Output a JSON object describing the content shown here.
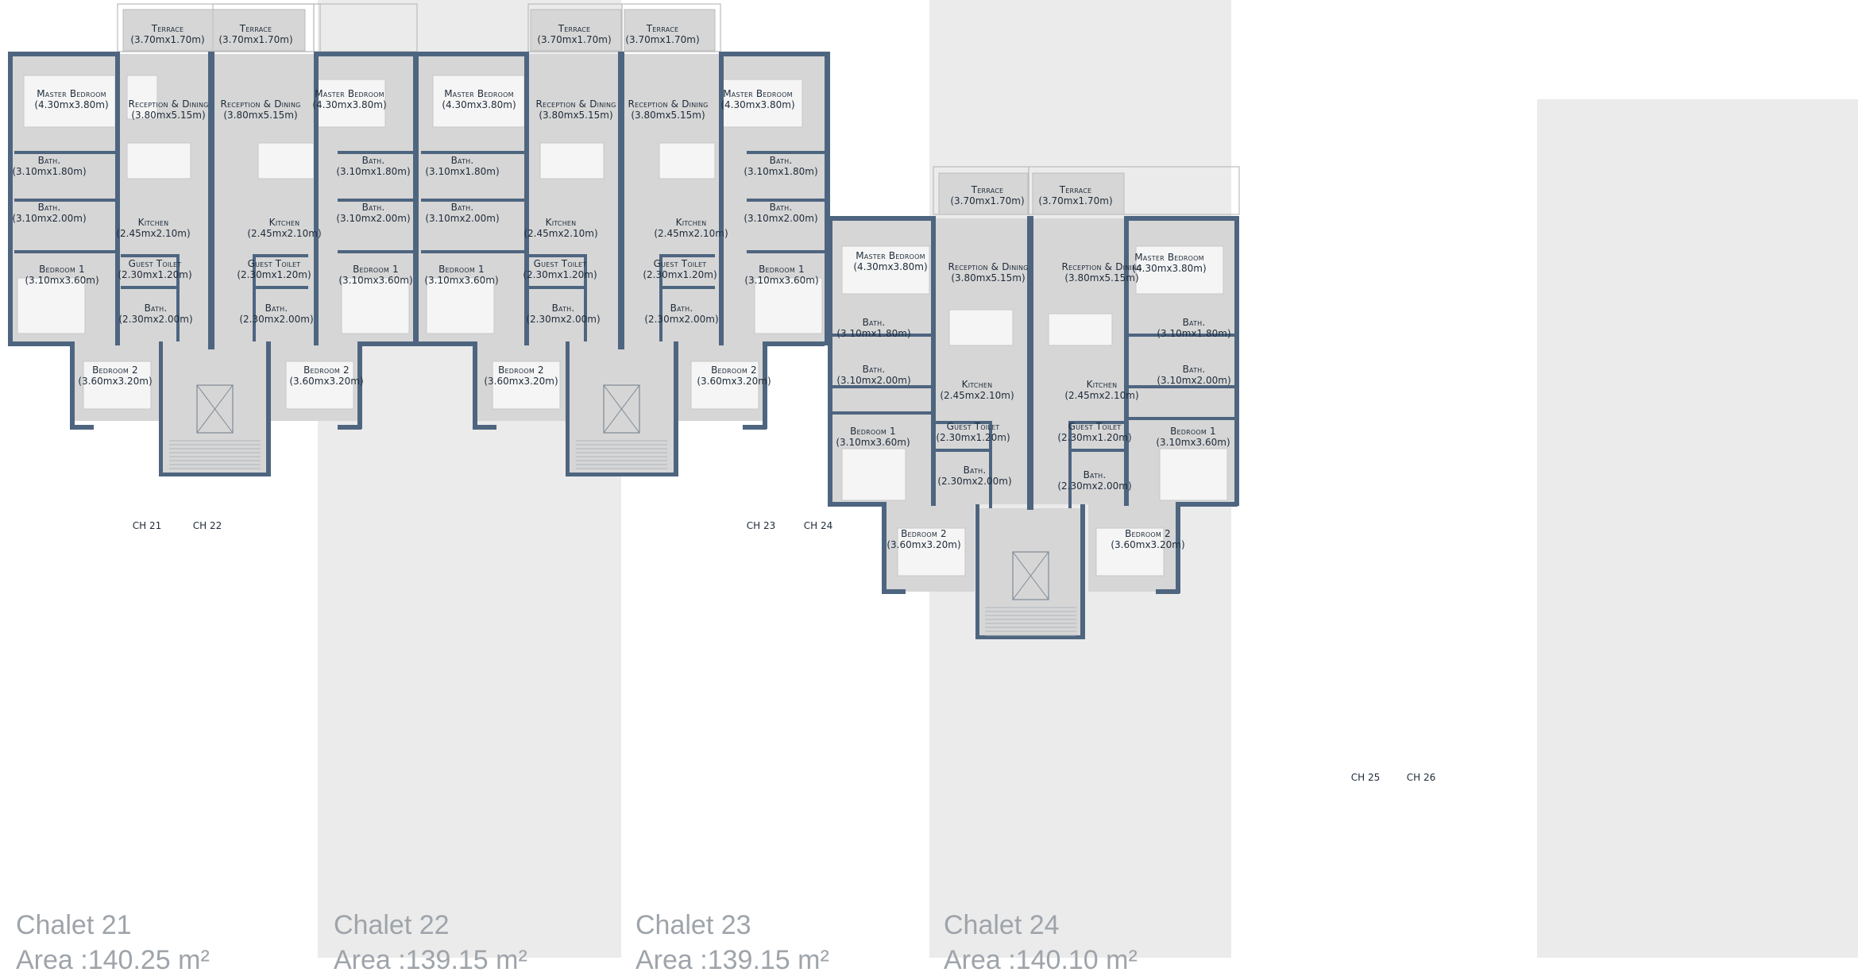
{
  "colors": {
    "wall": "#4e6580",
    "floor": "#d6d6d6",
    "shade": "#ebebeb",
    "text": "#1e2b3a",
    "caption": "#9ea4aa",
    "furniture": "#f5f5f5"
  },
  "ch_labels": [
    "CH 21",
    "CH 22",
    "CH 23",
    "CH 24",
    "CH 25",
    "CH 26"
  ],
  "chalets": [
    {
      "name": "Chalet 21",
      "area_text": "Area :140.25 m²",
      "rooms": [
        {
          "name": "Terrace",
          "dims": "(3.70mx1.70m)"
        },
        {
          "name": "Master Bedroom",
          "dims": "(4.30mx3.80m)"
        },
        {
          "name": "Bath.",
          "dims": "(3.10mx1.80m)"
        },
        {
          "name": "Bath.",
          "dims": "(3.10mx2.00m)"
        },
        {
          "name": "Bedroom 1",
          "dims": "(3.10mx3.60m)"
        },
        {
          "name": "Reception & Dining",
          "dims": "(3.80mx5.15m)"
        },
        {
          "name": "Kitchen",
          "dims": "(2.45mx2.10m)"
        },
        {
          "name": "Guest Toilet",
          "dims": "(2.30mx1.20m)"
        },
        {
          "name": "Bath.",
          "dims": "(2.30mx2.00m)"
        },
        {
          "name": "Bedroom 2",
          "dims": "(3.60mx3.20m)"
        }
      ]
    },
    {
      "name": "Chalet 22",
      "area_text": "Area :139.15 m²",
      "rooms": [
        {
          "name": "Terrace",
          "dims": "(3.70mx1.70m)"
        },
        {
          "name": "Reception & Dining",
          "dims": "(3.80mx5.15m)"
        },
        {
          "name": "Kitchen",
          "dims": "(2.45mx2.10m)"
        },
        {
          "name": "Guest Toilet",
          "dims": "(2.30mx1.20m)"
        },
        {
          "name": "Bath.",
          "dims": "(2.30mx2.00m)"
        },
        {
          "name": "Master Bedroom",
          "dims": "(4.30mx3.80m)"
        },
        {
          "name": "Bath.",
          "dims": "(3.10mx1.80m)"
        },
        {
          "name": "Bath.",
          "dims": "(3.10mx2.00m)"
        },
        {
          "name": "Bedroom 1",
          "dims": "(3.10mx3.60m)"
        },
        {
          "name": "Bedroom 2",
          "dims": "(3.60mx3.20m)"
        }
      ]
    },
    {
      "name": "Chalet 23",
      "area_text": "Area :139.15 m²",
      "rooms": [
        {
          "name": "Master Bedroom",
          "dims": "(4.30mx3.80m)"
        },
        {
          "name": "Bath.",
          "dims": "(3.10mx1.80m)"
        },
        {
          "name": "Bath.",
          "dims": "(3.10mx2.00m)"
        },
        {
          "name": "Bedroom 1",
          "dims": "(3.10mx3.60m)"
        },
        {
          "name": "Bedroom 2",
          "dims": "(3.60mx3.20m)"
        },
        {
          "name": "Terrace",
          "dims": "(3.70mx1.70m)"
        },
        {
          "name": "Reception & Dining",
          "dims": "(3.80mx5.15m)"
        },
        {
          "name": "Kitchen",
          "dims": "(2.45mx2.10m)"
        },
        {
          "name": "Guest Toilet",
          "dims": "(2.30mx1.20m)"
        },
        {
          "name": "Bath.",
          "dims": "(2.30mx2.00m)"
        }
      ]
    },
    {
      "name": "Chalet 24",
      "area_text": "Area :140.10 m²",
      "rooms": [
        {
          "name": "Terrace",
          "dims": "(3.70mx1.70m)"
        },
        {
          "name": "Reception & Dining",
          "dims": "(3.80mx5.15m)"
        },
        {
          "name": "Kitchen",
          "dims": "(2.45mx2.10m)"
        },
        {
          "name": "Guest Toilet",
          "dims": "(2.30mx1.20m)"
        },
        {
          "name": "Bath.",
          "dims": "(2.30mx2.00m)"
        },
        {
          "name": "Master Bedroom",
          "dims": "(4.30mx3.80m)"
        },
        {
          "name": "Bath.",
          "dims": "(3.10mx1.80m)"
        },
        {
          "name": "Bath.",
          "dims": "(3.10mx2.00m)"
        },
        {
          "name": "Bedroom 1",
          "dims": "(3.10mx3.60m)"
        },
        {
          "name": "Bedroom 2",
          "dims": "(3.60mx3.20m)"
        }
      ]
    },
    {
      "name": "",
      "area_text": "",
      "rooms": [
        {
          "name": "Terrace",
          "dims": "(3.70mx1.70m)"
        },
        {
          "name": "Master Bedroom",
          "dims": "(4.30mx3.80m)"
        },
        {
          "name": "Reception & Dining",
          "dims": "(3.80mx5.15m)"
        },
        {
          "name": "Bath.",
          "dims": "(3.10mx1.80m)"
        },
        {
          "name": "Bath.",
          "dims": "(3.10mx2.00m)"
        },
        {
          "name": "Kitchen",
          "dims": "(2.45mx2.10m)"
        },
        {
          "name": "Guest Toilet",
          "dims": "(2.30mx1.20m)"
        },
        {
          "name": "Bedroom 1",
          "dims": "(3.10mx3.60m)"
        },
        {
          "name": "Bath.",
          "dims": "(2.30mx2.00m)"
        },
        {
          "name": "Bedroom 2",
          "dims": "(3.60mx3.20m)"
        }
      ]
    },
    {
      "name": "",
      "area_text": "",
      "rooms": [
        {
          "name": "Terrace",
          "dims": "(3.70mx1.70m)"
        },
        {
          "name": "Reception & Dining",
          "dims": "(3.80mx5.15m)"
        },
        {
          "name": "Master Bedroom",
          "dims": "(4.30mx3.80m)"
        },
        {
          "name": "Bath.",
          "dims": "(3.10mx1.80m)"
        },
        {
          "name": "Kitchen",
          "dims": "(2.45mx2.10m)"
        },
        {
          "name": "Bath.",
          "dims": "(3.10mx2.00m)"
        },
        {
          "name": "Guest Toilet",
          "dims": "(2.30mx1.20m)"
        },
        {
          "name": "Bedroom 1",
          "dims": "(3.10mx3.60m)"
        },
        {
          "name": "Bath.",
          "dims": "(2.30mx2.00m)"
        },
        {
          "name": "Bedroom 2",
          "dims": "(3.60mx3.20m)"
        }
      ]
    }
  ]
}
